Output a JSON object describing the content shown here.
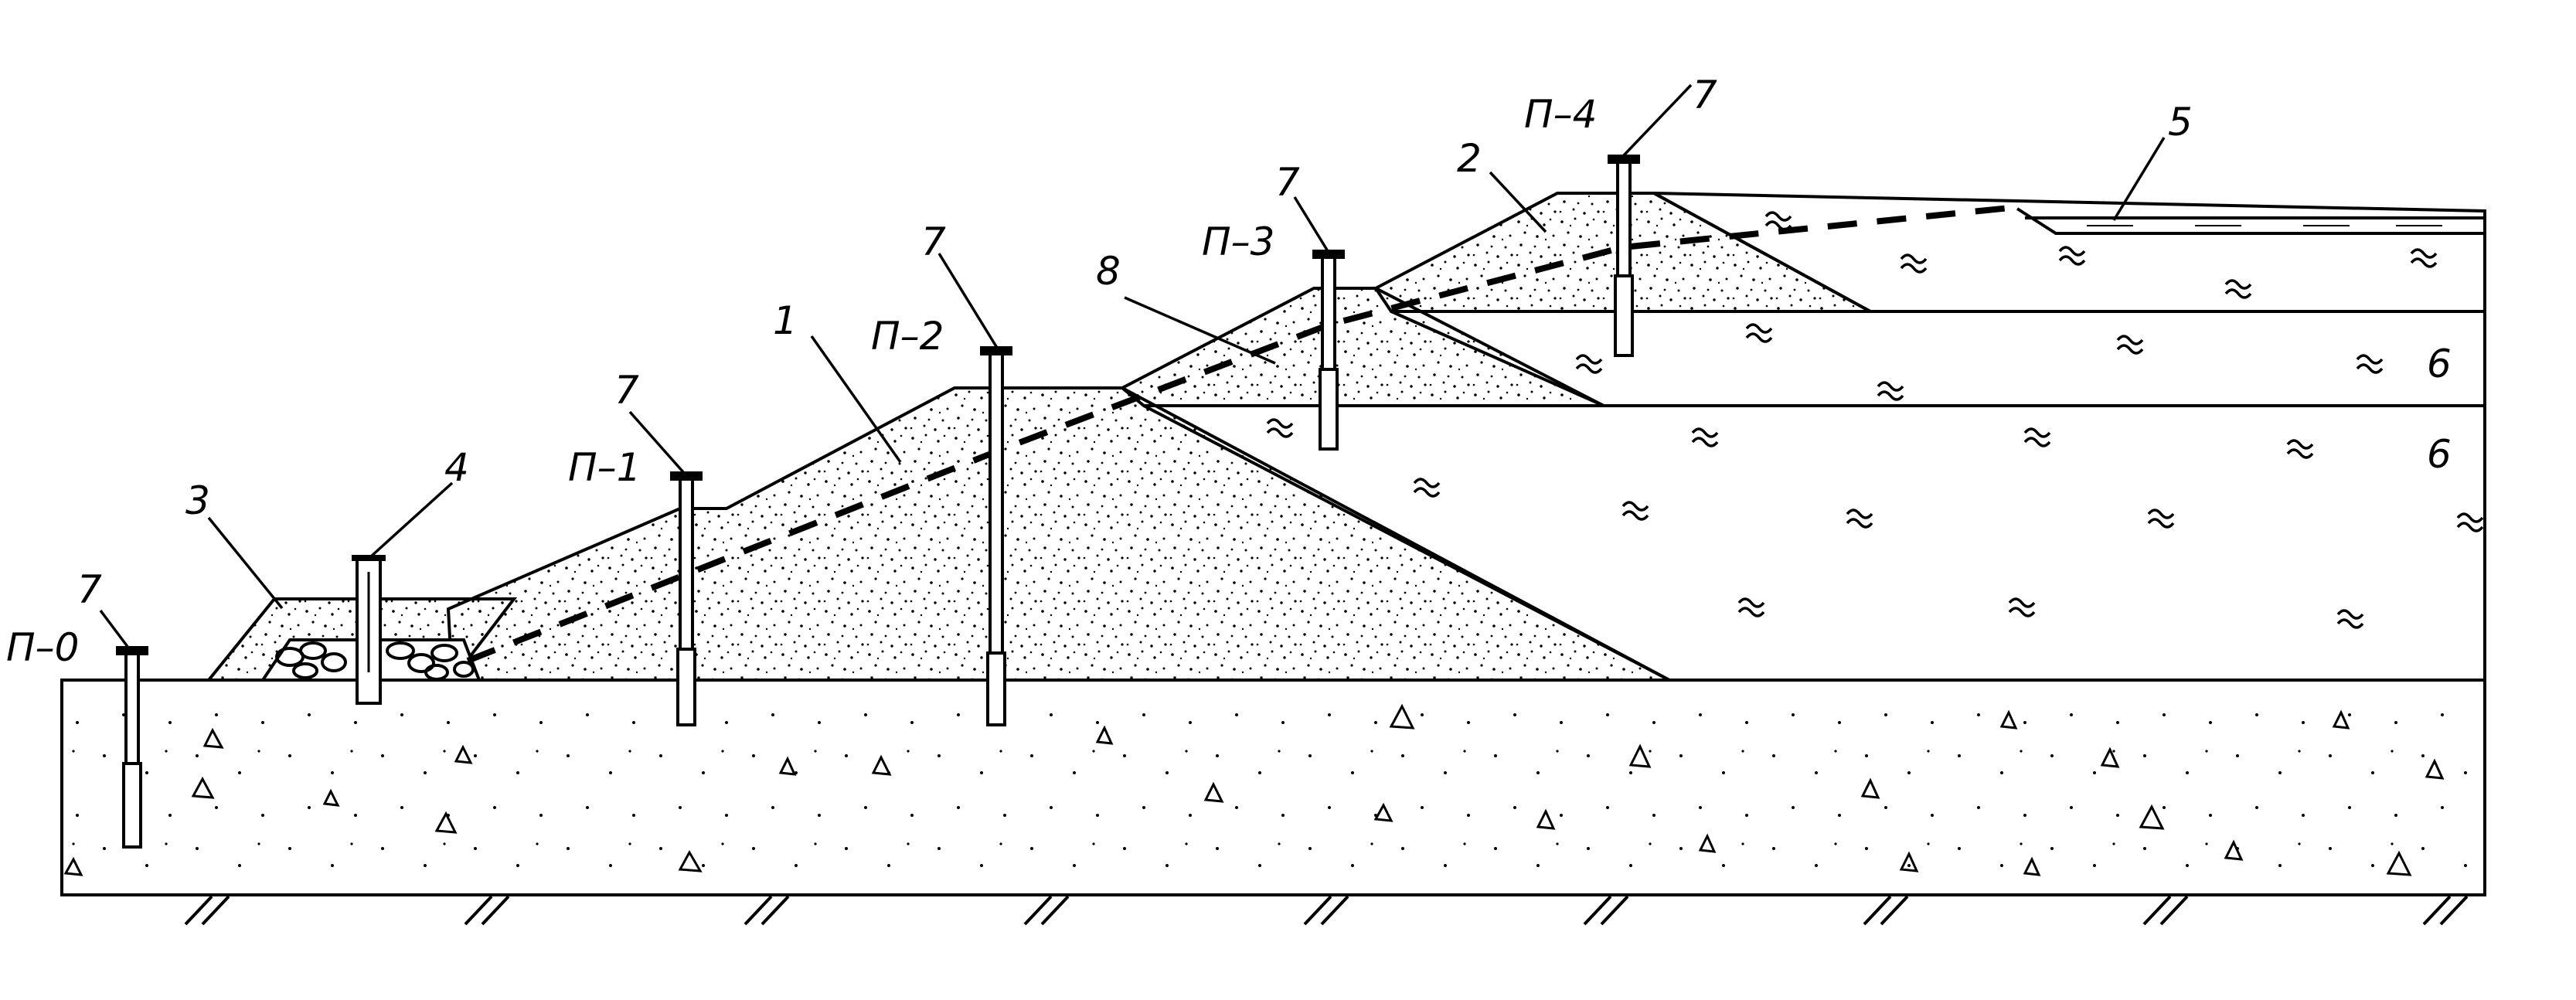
{
  "diagram": {
    "piezometer_labels": [
      "П–0",
      "П–1",
      "П–2",
      "П–3",
      "П–4"
    ],
    "element_numbers": {
      "stage_1": "1",
      "stage_2": "2",
      "toe_prism": "3",
      "drain_well": "4",
      "pond": "5",
      "tailings_upper": "6",
      "tailings_lower": "6",
      "stage_8": "8",
      "piezometer": "7"
    }
  }
}
